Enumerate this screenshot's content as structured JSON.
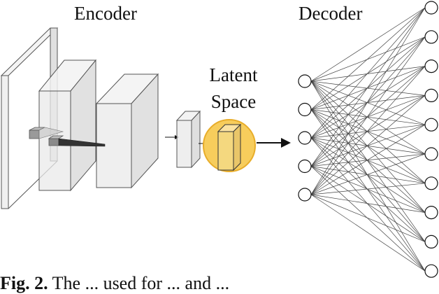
{
  "labels": {
    "encoder": "Encoder",
    "decoder": "Decoder",
    "latent_line1": "Latent",
    "latent_line2": "Space"
  },
  "caption": {
    "prefix": "Fig. 2.",
    "text": "The ... used for ... and ..."
  },
  "network": {
    "input_nodes": 5,
    "output_nodes": 10
  },
  "colors": {
    "latent_highlight": "#f7cd5c",
    "latent_ring": "#e8ad2a",
    "block_fill": "#e6e6e6",
    "block_stroke": "#555555",
    "edge": "#444444"
  }
}
